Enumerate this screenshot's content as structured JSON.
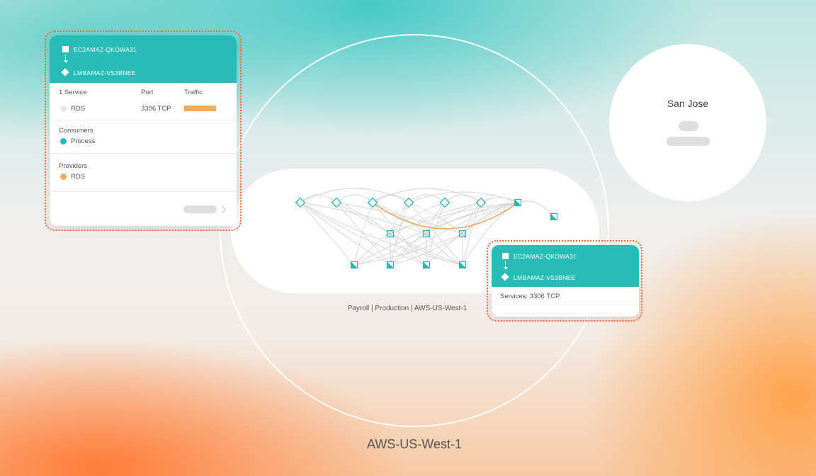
{
  "region": {
    "name": "AWS-US-West-1"
  },
  "application": {
    "label": "Payroll | Production | AWS-US-West-1"
  },
  "site": {
    "name": "San Jose"
  },
  "detail_card": {
    "source": "EC2AMAZ-QKOWA31",
    "destination": "LMBAMAZ-VS3BNEE",
    "service_count_label": "1 Service",
    "port_header": "Port",
    "traffic_header": "Traffic",
    "service_name": "RDS",
    "service_port": "3306 TCP",
    "traffic_level": 0.9,
    "consumers_title": "Consumers",
    "consumer_name": "Process",
    "providers_title": "Providers",
    "provider_name": "RDS"
  },
  "mini_card": {
    "source": "EC2AMAZ-QKOWA31",
    "destination": "LMBAMAZ-VS3BNEE",
    "services_label": "Services: 3306 TCP"
  },
  "colors": {
    "teal": "#27bdb6",
    "orange": "#f7a95c",
    "highlight_outline": "#f26a3b",
    "node": "#2bb5ae",
    "edge": "#d4d4d4"
  },
  "icons": {
    "source": "square-icon",
    "destination": "diamond-icon",
    "direction": "arrow-down-icon",
    "more": "chevron-right-icon"
  }
}
